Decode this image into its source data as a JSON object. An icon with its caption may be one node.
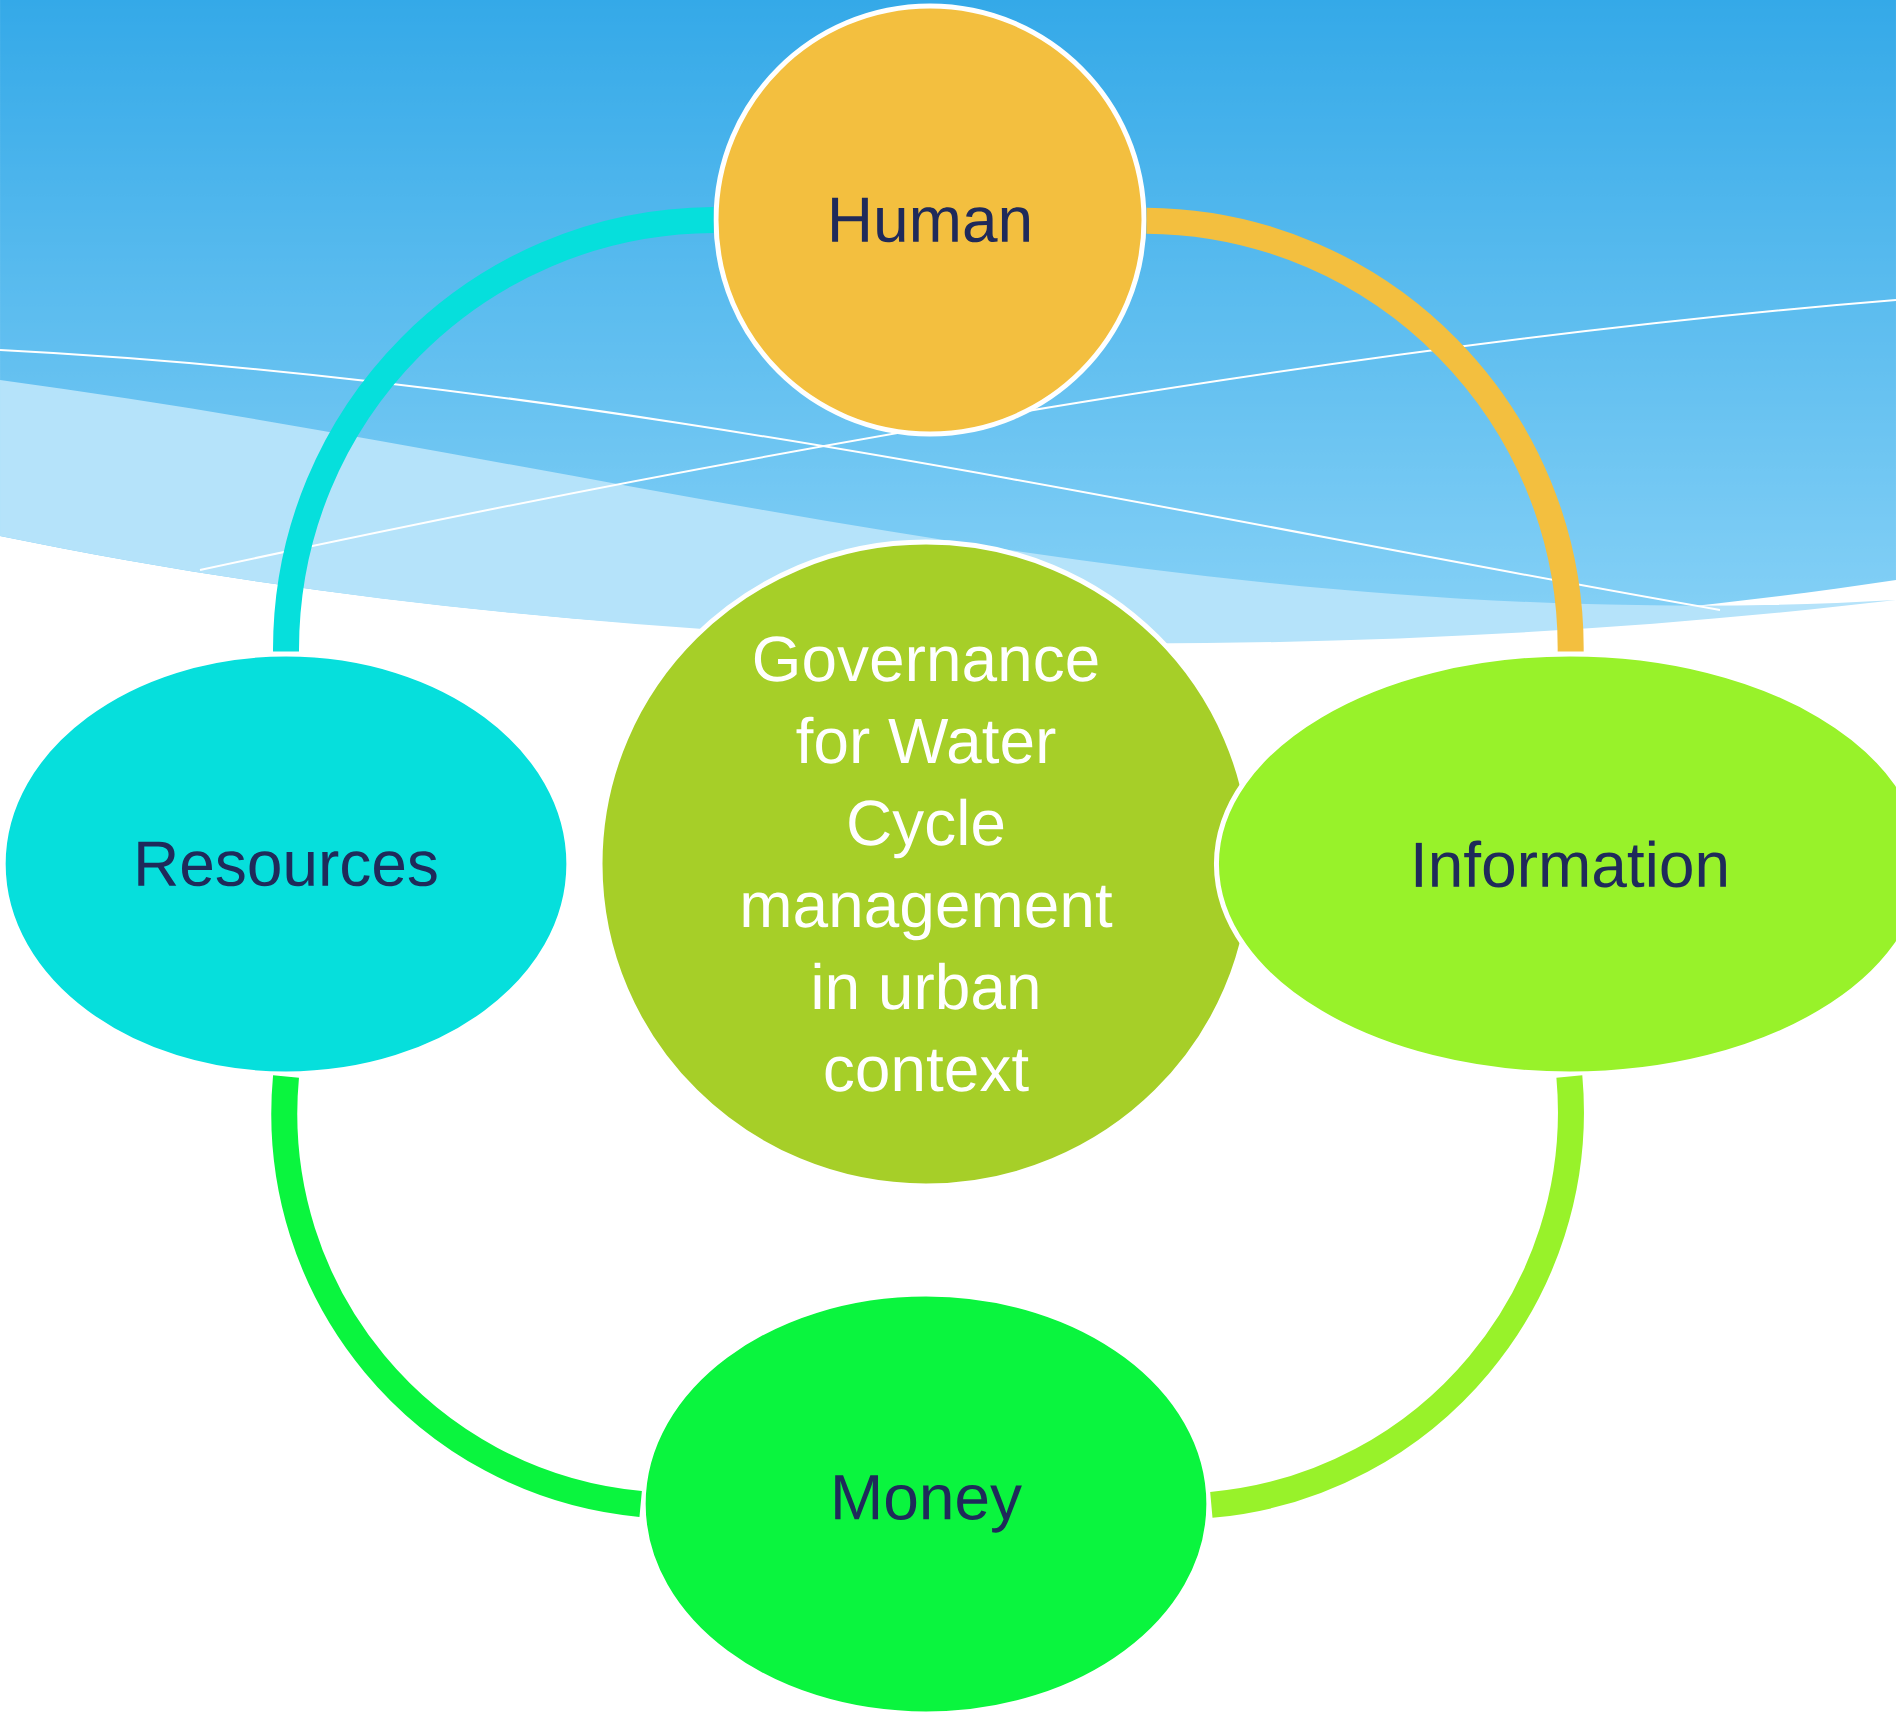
{
  "diagram": {
    "nodes": [
      {
        "text": [
          "Human"
        ]
      },
      {
        "text": [
          "Resources"
        ]
      },
      {
        "text": [
          "Governance for Water Cycle management in urban context"
        ]
      },
      {
        "text": [
          "Information"
        ]
      },
      {
        "text": [
          "Money"
        ]
      }
    ],
    "edges": [
      {
        "from": 0,
        "to": 3,
        "arrow": "none",
        "color": "#f3bf3f"
      },
      {
        "from": 3,
        "to": 4,
        "arrow": "none",
        "color": "#98f22a"
      },
      {
        "from": 4,
        "to": 1,
        "arrow": "none",
        "color": "#0af53e"
      },
      {
        "from": 1,
        "to": 0,
        "arrow": "none",
        "color": "#06dfdc"
      }
    ]
  }
}
